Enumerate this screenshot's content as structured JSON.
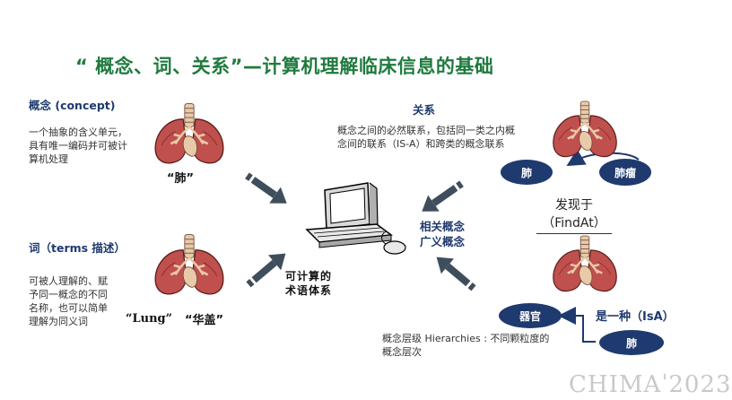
{
  "title": "“ 概念、词、关系”—计算机理解临床信息的基础",
  "concept": {
    "heading": "概念 (concept)",
    "desc_lines": [
      "一个抽象的含义单元，",
      "具有唯一编码并可被计",
      "算机处理"
    ],
    "example": "“肺”"
  },
  "terms": {
    "heading": "词（terms 描述）",
    "desc_lines": [
      "可被人理解的、赋",
      "予同一概念的不同",
      "名称，也可以简单",
      "理解为同义词"
    ],
    "example_en": "“Lung”",
    "example_cn": "“华盖”"
  },
  "relation": {
    "heading": "关系",
    "desc_lines": [
      "概念之间的必然联系，包括同一类之内概",
      "念间的联系（IS-A）和跨类的概念联系"
    ],
    "node_lung": "肺",
    "node_tumor": "肺瘤",
    "findat_lines": [
      "发现于",
      "（FindAt）"
    ]
  },
  "center": {
    "left_label_lines": [
      "可计算的",
      "术语体系"
    ],
    "right_label_lines": [
      "相关概念",
      "广义概念"
    ]
  },
  "hierarchy": {
    "node_organ": "器官",
    "node_lung": "肺",
    "isa_label": "是一种（IsA）",
    "desc_lines": [
      "概念层级 Hierarchies : 不同颗粒度的",
      "概念层次"
    ]
  },
  "watermark": "CHIMAˈ2023",
  "colors": {
    "title": "#1f7a3e",
    "heading": "#1f3a6e",
    "node": "#1f3a6e",
    "lung": "#c0504d",
    "arrow": "#3f4e5c"
  }
}
